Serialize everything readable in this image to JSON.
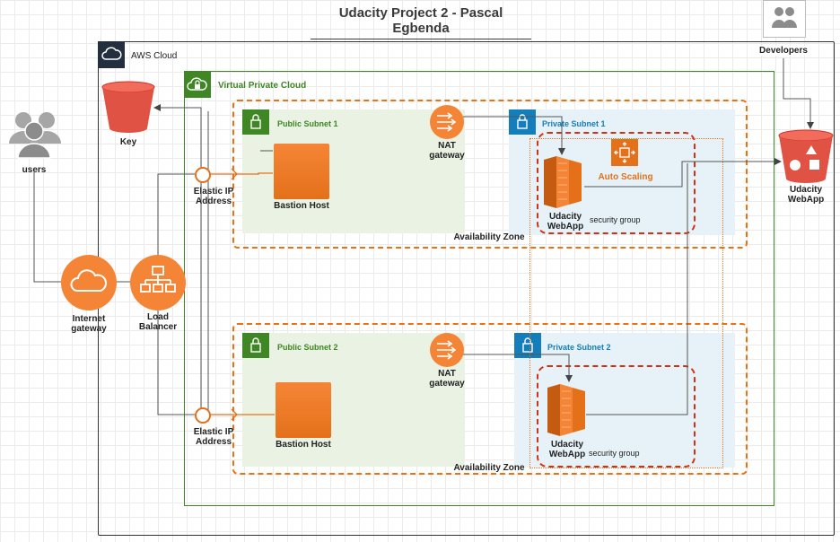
{
  "title": "Udacity Project 2 - Pascal Egbenda",
  "actors": {
    "users": "users",
    "developers": "Developers"
  },
  "aws_cloud": {
    "label": "AWS Cloud"
  },
  "vpc": {
    "label": "Virtual Private Cloud"
  },
  "key": {
    "label": "Key"
  },
  "internet_gateway": {
    "line1": "Internet",
    "line2": "gateway"
  },
  "load_balancer": {
    "line1": "Load",
    "line2": "Balancer"
  },
  "s3_webapp": {
    "line1": "Udacity",
    "line2": "WebApp"
  },
  "zone1": {
    "az_label": "Availability Zone",
    "public_subnet": "Public Subnet 1",
    "private_subnet": "Private Subnet 1",
    "bastion": "Bastion Host",
    "nat": {
      "line1": "NAT",
      "line2": "gateway"
    },
    "eip": {
      "line1": "Elastic IP",
      "line2": "Address"
    },
    "webapp": {
      "line1": "Udacity",
      "line2": "WebApp"
    },
    "security_group": "security group",
    "autoscaling": "Auto Scaling"
  },
  "zone2": {
    "az_label": "Availability Zone",
    "public_subnet": "Public Subnet 2",
    "private_subnet": "Private Subnet 2",
    "bastion": "Bastion Host",
    "nat": {
      "line1": "NAT",
      "line2": "gateway"
    },
    "eip": {
      "line1": "Elastic IP",
      "line2": "Address"
    },
    "webapp": {
      "line1": "Udacity",
      "line2": "WebApp"
    },
    "security_group": "security group"
  },
  "colors": {
    "aws_orange": "#f58536",
    "vpc_green": "#3f8624",
    "private_blue": "#147eba",
    "s3_red": "#e05243",
    "security_red": "#d13212"
  }
}
